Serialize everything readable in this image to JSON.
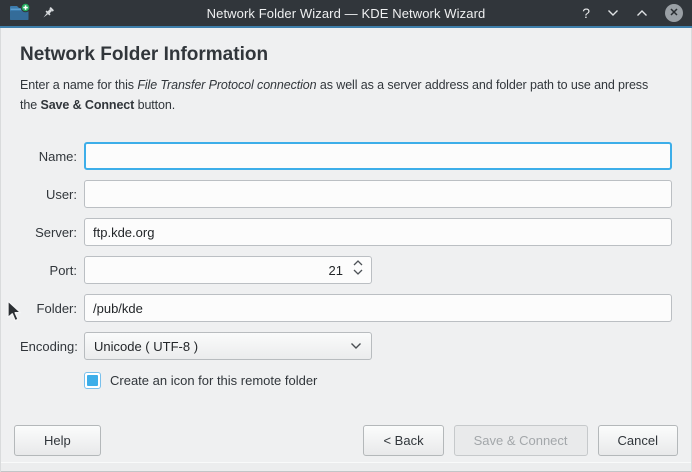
{
  "window": {
    "title": "Network Folder Wizard — KDE Network Wizard",
    "controls": {
      "help_glyph": "?",
      "close_glyph": "✕"
    }
  },
  "colors": {
    "titlebar_bg": "#31363b",
    "accent": "#3daee9",
    "accent_line": "#3e7fab",
    "window_bg": "#eff0f1",
    "field_bg": "#fcfcfc",
    "field_border": "#bbbfc3",
    "text": "#31363b",
    "disabled_text": "#a3a7aa",
    "checkbox_blue": "#3daee9",
    "badge_green": "#27ae60"
  },
  "header": {
    "title": "Network Folder Information"
  },
  "description": {
    "before_italic": "Enter a name for this ",
    "italic": "File Transfer Protocol connection",
    "middle": " as well as a server address and folder path to use and press\nthe ",
    "bold": "Save & Connect",
    "after": " button."
  },
  "form": {
    "name": {
      "label": "Name:",
      "value": ""
    },
    "user": {
      "label": "User:",
      "value": ""
    },
    "server": {
      "label": "Server:",
      "value": "ftp.kde.org"
    },
    "port": {
      "label": "Port:",
      "value": "21"
    },
    "folder": {
      "label": "Folder:",
      "value": "/pub/kde"
    },
    "encoding": {
      "label": "Encoding:",
      "value": "Unicode ( UTF-8 )"
    },
    "create_icon_checkbox": {
      "label": "Create an icon for this remote folder",
      "checked": true
    }
  },
  "footer": {
    "help": "Help",
    "back": "< Back",
    "save": "Save & Connect",
    "save_enabled": false,
    "cancel": "Cancel"
  }
}
